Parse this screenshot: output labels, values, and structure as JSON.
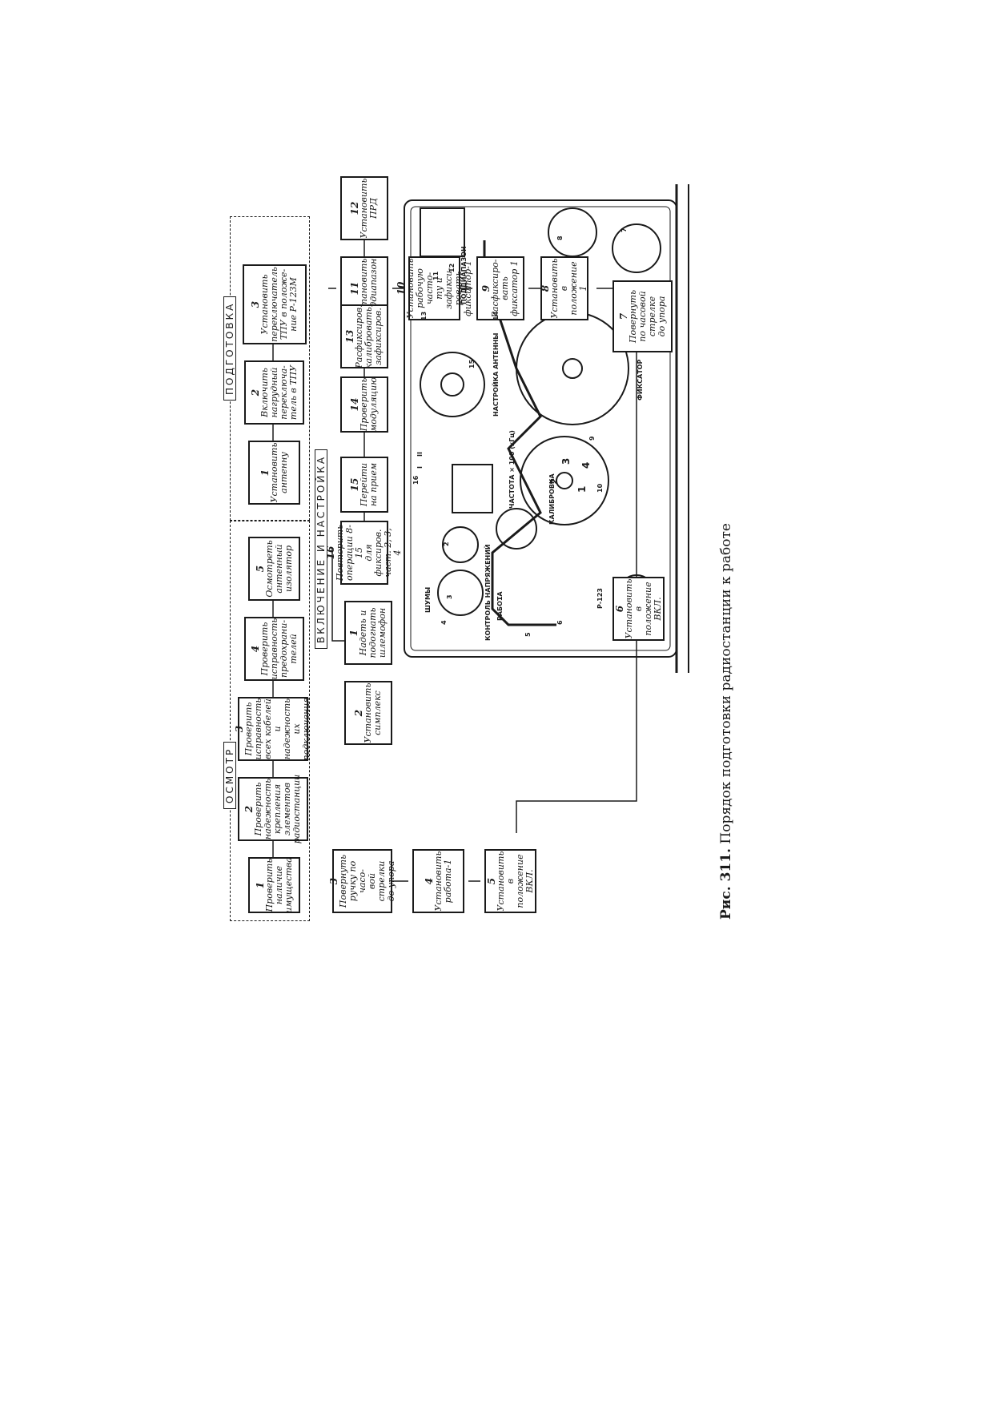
{
  "sections": {
    "osmotr": "ОСМОТР",
    "podgotovka": "ПОДГОТОВКА",
    "vkl": "ВКЛЮЧЕНИЕ  И  НАСТРОЙКА"
  },
  "osmotr_steps": [
    {
      "num": "1",
      "text": "Проверить\nналичие\nимущества"
    },
    {
      "num": "2",
      "text": "Проверить\nнадежность\nкрепления\nэлементов\nрадиостанции"
    },
    {
      "num": "3",
      "text": "Проверить\nисправность\nвсех кабелей\nи надежность\nих подключения"
    },
    {
      "num": "4",
      "text": "Проверить\nисправность\nпредохрани-\nтелей"
    },
    {
      "num": "5",
      "text": "Осмотреть\nантенный\nизолятор"
    }
  ],
  "podgotovka_steps": [
    {
      "num": "1",
      "text": "Установить\nантенну"
    },
    {
      "num": "2",
      "text": "Включить\nнагрудный\nпереключа-\nтель в ТПУ"
    },
    {
      "num": "3",
      "text": "Установить\nпереключатель\nТПУ в положе-\nние Р-123М"
    }
  ],
  "vkl_steps": [
    {
      "num": "1",
      "text": "Надеть и\nподогнать\nшлемофон"
    },
    {
      "num": "2",
      "text": "Установить\nсимплекс"
    },
    {
      "num": "3",
      "text": "Повернуть\nручку по часо-\nвой стрелки\nдо упора"
    },
    {
      "num": "4",
      "text": "Установить\nработа-1"
    },
    {
      "num": "5",
      "text": "Установить\nв положение\nВКЛ."
    },
    {
      "num": "6",
      "text": "Установить\nв положение\nВКЛ."
    },
    {
      "num": "7",
      "text": "Повернуть\nпо часовой\nстрелке\nдо упора"
    },
    {
      "num": "8",
      "text": "Установить в\nположение 1"
    },
    {
      "num": "9",
      "text": "Расфиксиро-\nвать\nфиксатор 1"
    },
    {
      "num": "10",
      "text": "Установить\nрабочую часто-\nту и зафикси-\nровать\nфиксатор-1"
    },
    {
      "num": "11",
      "text": "Установить\nподдиапазон"
    },
    {
      "num": "12",
      "text": "Установить\nПРД"
    },
    {
      "num": "13",
      "text": "Расфиксиров.\nкалибровать,\nзафиксиров."
    },
    {
      "num": "14",
      "text": "Проверить\nмодуляцию"
    },
    {
      "num": "15",
      "text": "Перейти\nна прием"
    },
    {
      "num": "16",
      "text": "Повторить\nоперации 8-15\nдля фиксиров.\nчаст. 2, 3, 4"
    }
  ],
  "panel": {
    "labels": {
      "shum": "ШУМЫ",
      "kontrol": "КОНТРОЛЬ НАПРЯЖЕНИЙ",
      "rabota": "РАБОТА",
      "kalibrovka": "КАЛИБРОВКА",
      "chastota": "ЧАСТОТА × 100 (кГц)",
      "fiksator": "ФИКСАТОР",
      "poddiapazon": "ПОДДИАПАЗОН",
      "nastroyka": "НАСТРОЙКА АНТЕННЫ",
      "model": "Р-123"
    },
    "markers": [
      "1",
      "2",
      "3",
      "4",
      "5",
      "6",
      "7",
      "8",
      "9",
      "10",
      "11",
      "12",
      "13",
      "14",
      "15",
      "16"
    ],
    "dial_digits": [
      "1",
      "2",
      "3",
      "4"
    ],
    "sub_i": "I",
    "sub_ii": "II"
  },
  "caption": {
    "prefix": "Рис. 311.",
    "text": " Порядок подготовки радиостанции к работе"
  }
}
